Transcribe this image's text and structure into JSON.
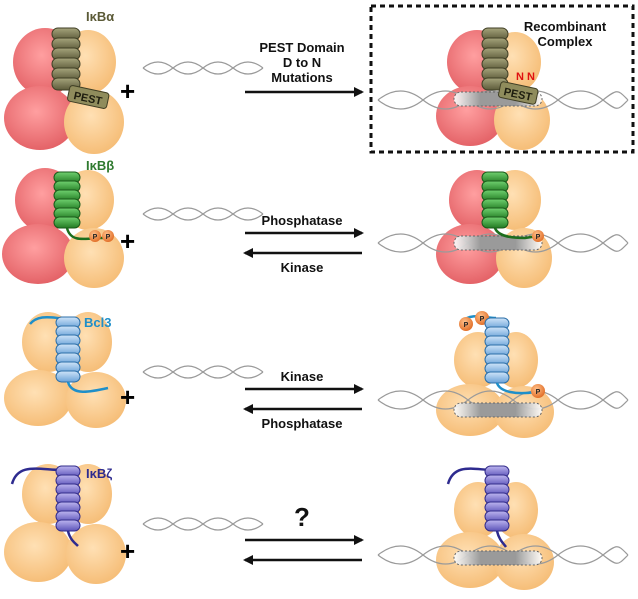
{
  "rows": [
    {
      "protein": "IκBα",
      "protein_color": "#5b5a37",
      "pest_label": "PEST",
      "mutation_label": "N N",
      "arrow_top": [
        "PEST Domain",
        "D to N",
        "Mutations"
      ],
      "arrow_type": "forward",
      "complex_title": [
        "Recombinant",
        "Complex"
      ]
    },
    {
      "protein": "IκBβ",
      "protein_color": "#2f7a2f",
      "arrow_top": "Phosphatase",
      "arrow_bottom": "Kinase",
      "arrow_type": "reversible"
    },
    {
      "protein": "Bcl3",
      "protein_color": "#1f8fc9",
      "arrow_top": "Kinase",
      "arrow_bottom": "Phosphatase",
      "arrow_type": "reversible"
    },
    {
      "protein": "IκBζ",
      "protein_color": "#2e2b8f",
      "arrow_top": "?",
      "arrow_type": "reversible"
    }
  ],
  "plus_sign": "+",
  "phospho_label": "P",
  "colors": {
    "p50_red": "#ec7a7d",
    "p50_orange": "#f8c78a",
    "ikba_coil": "#7b7a57",
    "ikbb_coil": "#3c9b3c",
    "bcl3_coil": "#8bbbe6",
    "ikbz_coil": "#7e76cc",
    "phospho": "#f08a3c"
  }
}
